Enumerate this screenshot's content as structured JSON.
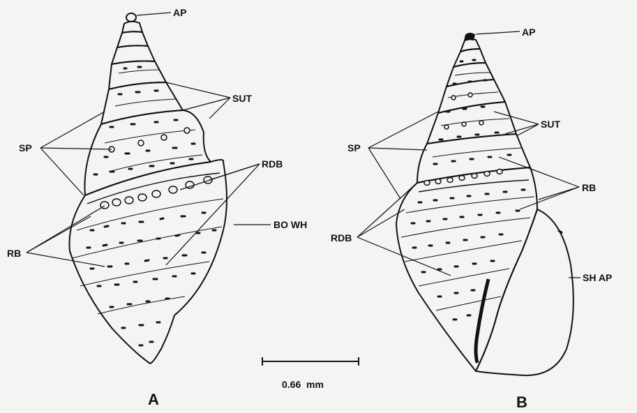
{
  "shell_a": {
    "labels": {
      "ap": "AP",
      "sut": "SUT",
      "sp": "SP",
      "rdb": "RDB",
      "bo_wh": "BO WH",
      "rb": "RB"
    },
    "panel_letter": "A"
  },
  "shell_b": {
    "labels": {
      "ap": "AP",
      "sut": "SUT",
      "sp": "SP",
      "rb": "RB",
      "rdb": "RDB",
      "sh_ap": "SH AP"
    },
    "panel_letter": "B"
  },
  "scale_bar": {
    "label": "0.66  mm"
  },
  "colors": {
    "ink": "#111111",
    "paper": "#f4f4f2"
  }
}
